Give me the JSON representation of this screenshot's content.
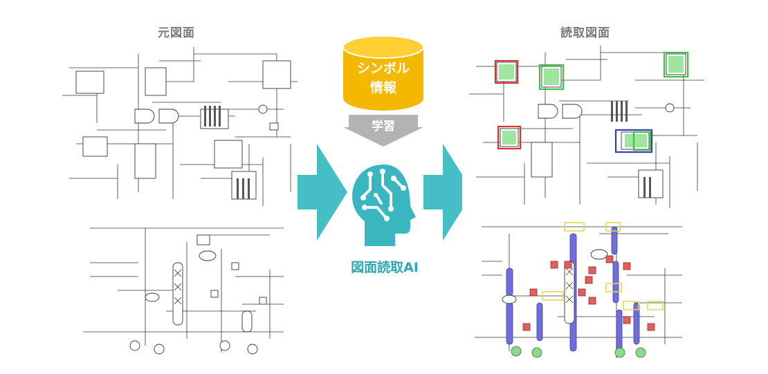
{
  "headings": {
    "original": "元図面",
    "read": "読取図面"
  },
  "database": {
    "line1": "シンボル",
    "line2": "情報"
  },
  "learn_label": "学習",
  "ai_label": "図面読取AI",
  "colors": {
    "database_fill": "#f5b800",
    "database_top": "#ffcf33",
    "arrow_teal": "#45bfc5",
    "ai_head": "#3ab6c0",
    "learn_arrow": "#b3b3b3",
    "heading_text": "#7a7a7a",
    "ai_text": "#2ba8b7",
    "highlight_red": "#d93030",
    "highlight_green": "#3cc23c",
    "highlight_blue": "#2f3fb0",
    "pipe_blue": "#6f6fd8",
    "tag_yellow": "#e8d850"
  }
}
